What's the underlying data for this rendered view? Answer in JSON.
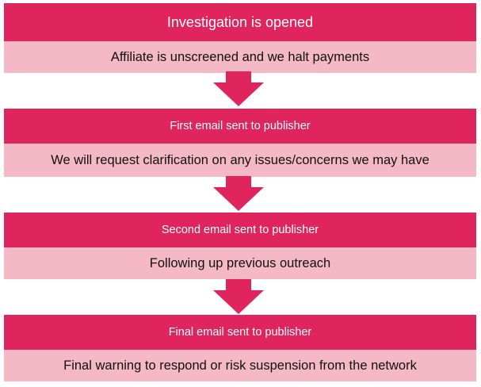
{
  "colors": {
    "header": "#e0245e",
    "body": "#f4b8c7",
    "header_text": "#ffffff",
    "body_text": "#111111",
    "arrow": "#e0245e"
  },
  "steps": [
    {
      "title": "Investigation is opened",
      "description": "Affiliate is unscreened and we halt payments"
    },
    {
      "title": "First email sent to publisher",
      "description": "We will request clarification on any issues/concerns we may have"
    },
    {
      "title": "Second email sent to publisher",
      "description": "Following up previous outreach"
    },
    {
      "title": "Final email sent to publisher",
      "description": "Final warning to respond or risk suspension from the network"
    }
  ],
  "arrow_icon": "down-arrow-icon"
}
